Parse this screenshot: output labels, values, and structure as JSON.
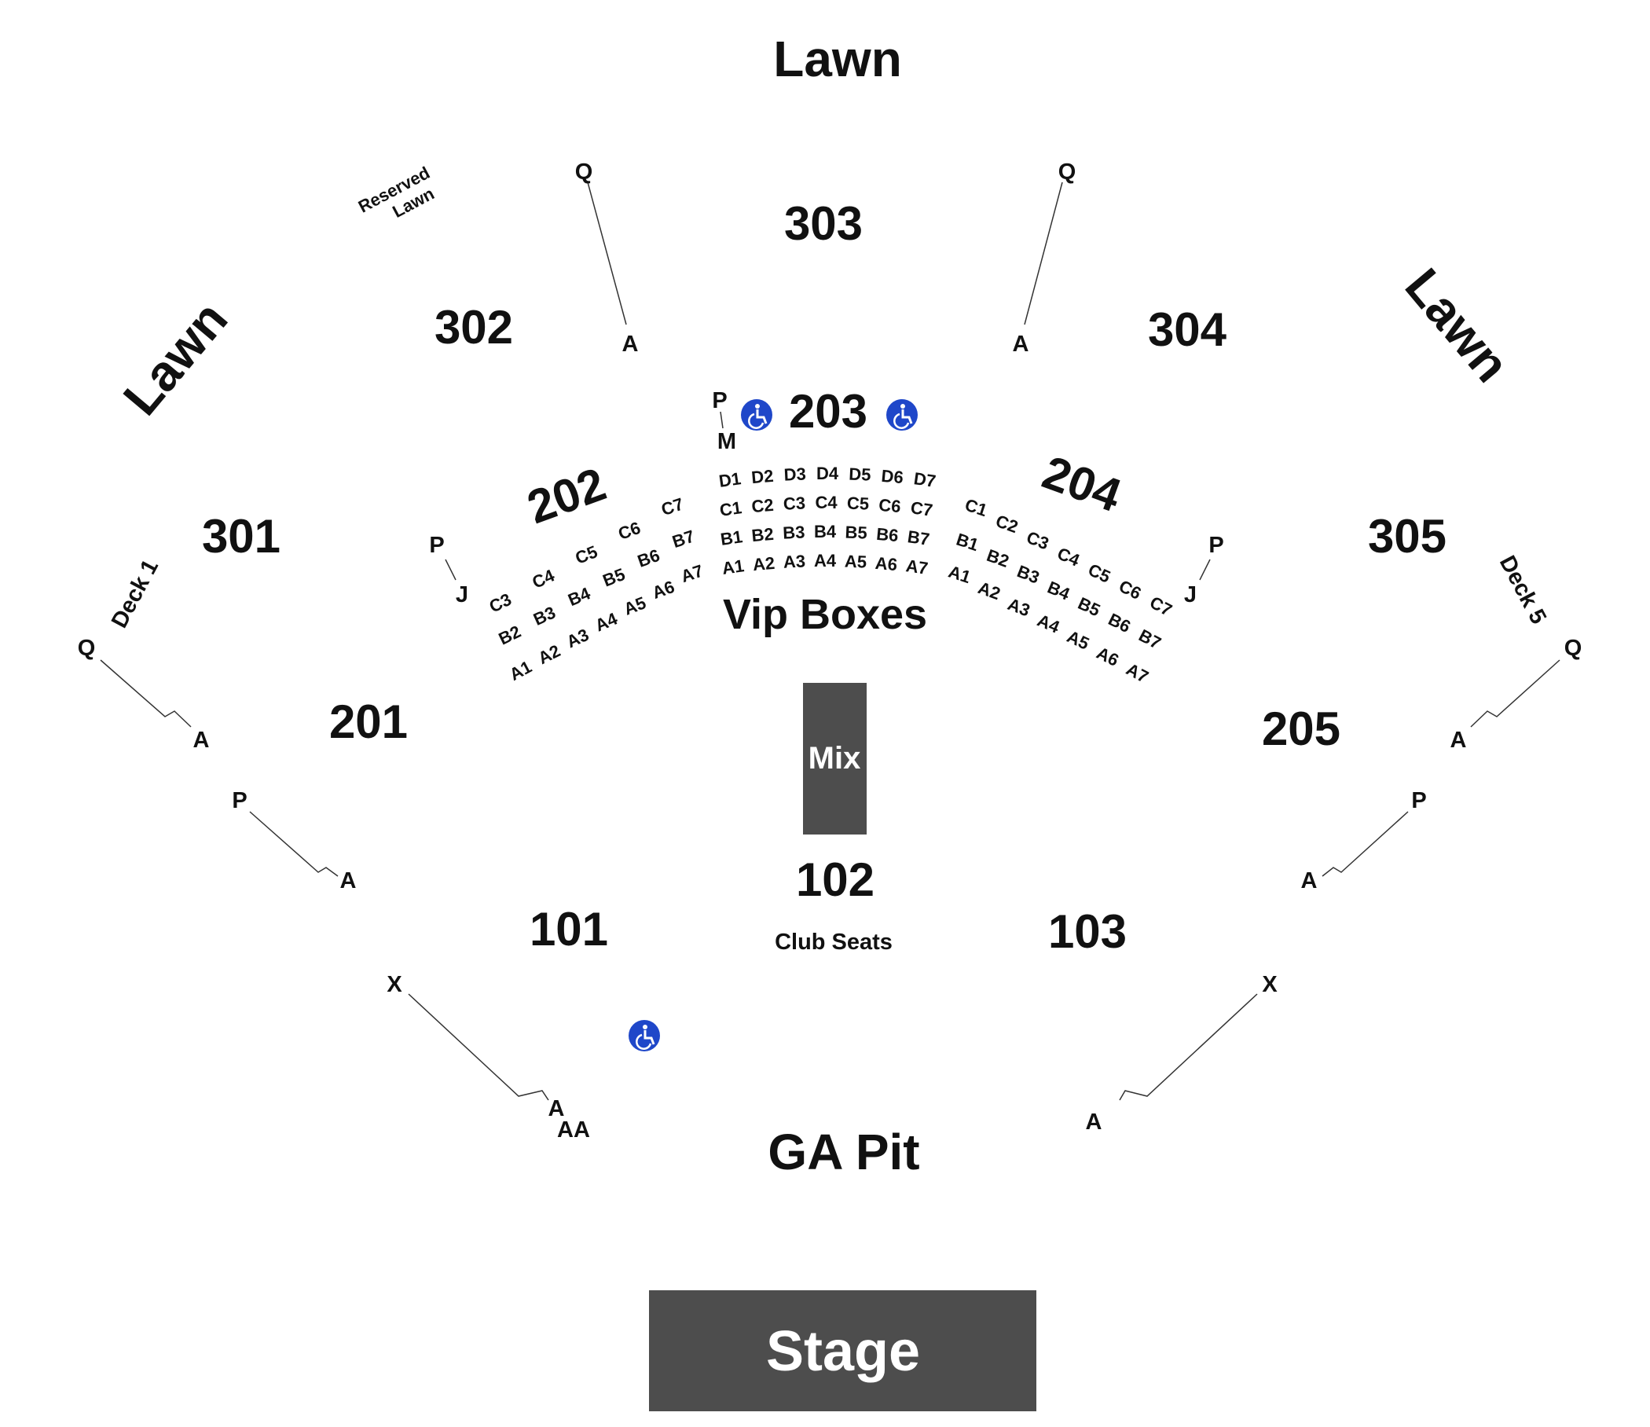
{
  "colors": {
    "background": "#ffffff",
    "text": "#111111",
    "block_fill": "#4d4d4d",
    "accessible_icon": "#1f47c9"
  },
  "areas": {
    "lawn_top": "Lawn",
    "lawn_left": "Lawn",
    "lawn_right": "Lawn",
    "reserved_lawn_line1": "Reserved",
    "reserved_lawn_line2": "Lawn",
    "vip_boxes": "Vip Boxes",
    "club_seats": "Club Seats",
    "ga_pit": "GA Pit",
    "stage": "Stage",
    "mix": "Mix",
    "deck_1": "Deck 1",
    "deck_5": "Deck 5"
  },
  "sections": {
    "s101": "101",
    "s102": "102",
    "s103": "103",
    "s201": "201",
    "s202": "202",
    "s203": "203",
    "s204": "204",
    "s205": "205",
    "s301": "301",
    "s302": "302",
    "s303": "303",
    "s304": "304",
    "s305": "305"
  },
  "row_markers": {
    "q_302": "Q",
    "a_302": "A",
    "q_304": "Q",
    "a_304": "A",
    "p_203": "P",
    "m_203": "M",
    "p_202": "P",
    "j_202": "J",
    "p_204": "P",
    "j_204": "J",
    "q_deck1": "Q",
    "a_deck1": "A",
    "q_deck5": "Q",
    "a_deck5": "A",
    "p_201": "P",
    "a_201": "A",
    "p_205": "P",
    "a_205": "A",
    "x_101": "X",
    "a_101": "A",
    "aa_101": "AA",
    "x_103": "X",
    "a_103": "A"
  },
  "vip_boxes": {
    "center_rows": [
      [
        "D1",
        "D2",
        "D3",
        "D4",
        "D5",
        "D6",
        "D7"
      ],
      [
        "C1",
        "C2",
        "C3",
        "C4",
        "C5",
        "C6",
        "C7"
      ],
      [
        "B1",
        "B2",
        "B3",
        "B4",
        "B5",
        "B6",
        "B7"
      ],
      [
        "A1",
        "A2",
        "A3",
        "A4",
        "A5",
        "A6",
        "A7"
      ]
    ],
    "left_rows": [
      [
        "C3",
        "C4",
        "C5",
        "C6",
        "C7"
      ],
      [
        "B2",
        "B3",
        "B4",
        "B5",
        "B6",
        "B7"
      ],
      [
        "A1",
        "A2",
        "A3",
        "A4",
        "A5",
        "A6",
        "A7"
      ]
    ],
    "right_rows": [
      [
        "C1",
        "C2",
        "C3",
        "C4",
        "C5",
        "C6",
        "C7"
      ],
      [
        "B1",
        "B2",
        "B3",
        "B4",
        "B5",
        "B6",
        "B7"
      ],
      [
        "A1",
        "A2",
        "A3",
        "A4",
        "A5",
        "A6",
        "A7"
      ]
    ]
  },
  "icons": {
    "accessible": "wheelchair-accessible-icon"
  }
}
